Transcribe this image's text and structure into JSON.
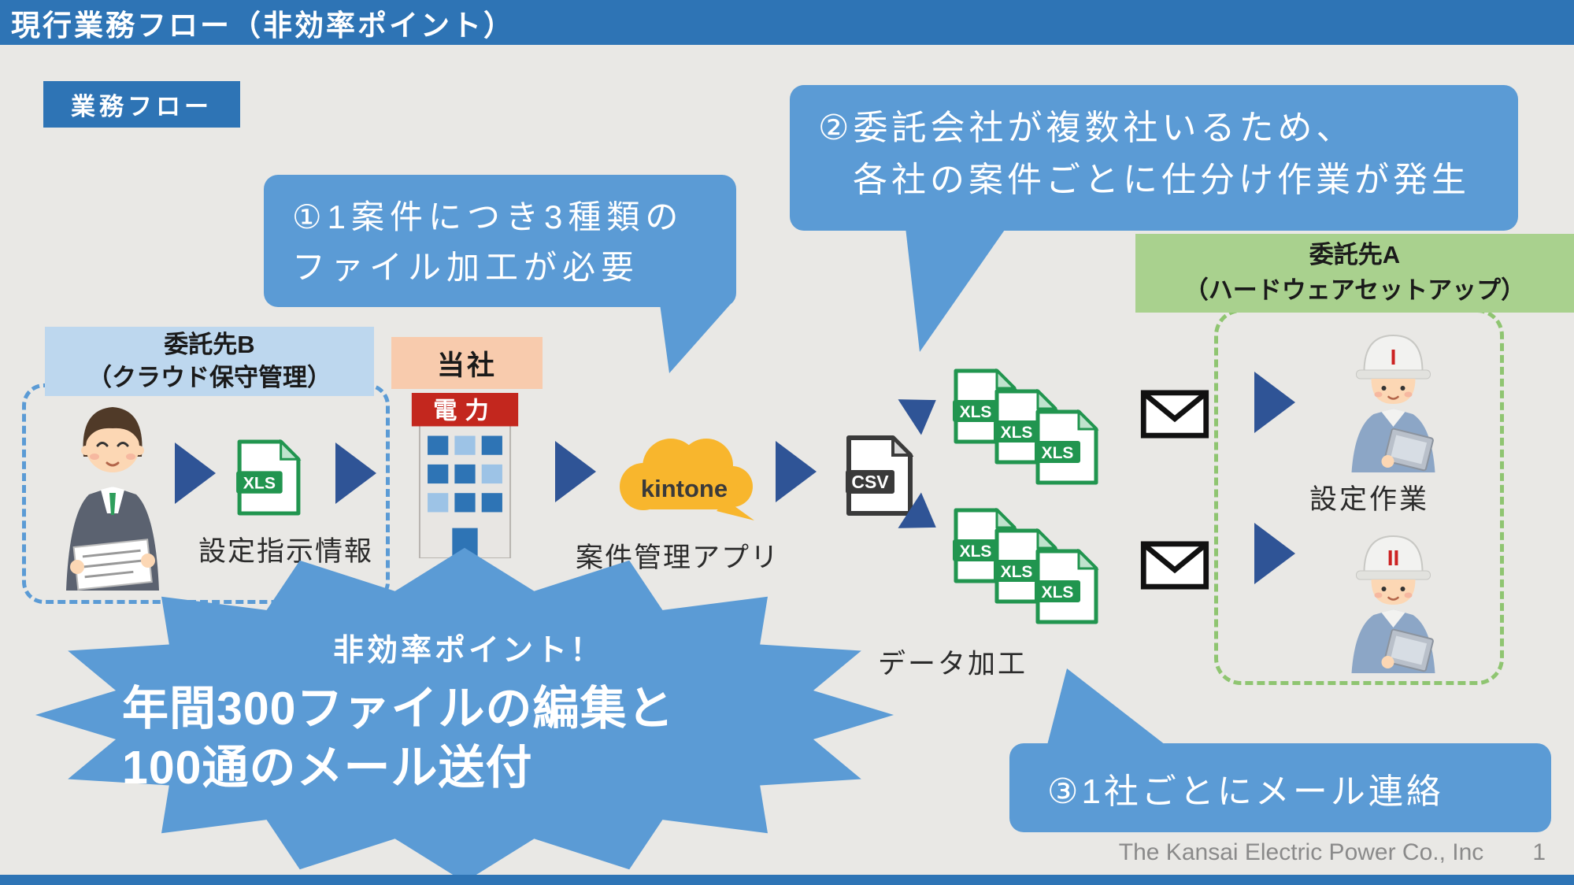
{
  "title": "現行業務フロー（非効率ポイント）",
  "badge": "業務フロー",
  "callouts": {
    "c1": {
      "line1": "①1案件につき3種類の",
      "line2": "ファイル加工が必要"
    },
    "c2": {
      "line1": "②委託会社が複数社いるため、",
      "line2": "各社の案件ごとに仕分け作業が発生"
    },
    "c3": {
      "text": "③1社ごとにメール連絡"
    }
  },
  "vendor_b": {
    "name": "委託先B",
    "subtitle": "（クラウド保守管理）"
  },
  "company": {
    "name": "当社",
    "building_sign": "電力"
  },
  "vendor_a": {
    "name": "委託先A",
    "subtitle": "（ハードウェアセットアップ）"
  },
  "flow": {
    "instruction_label": "設定指示情報",
    "xls_label": "XLS",
    "csv_label": "CSV",
    "kintone_label": "kintone",
    "kintone_caption": "案件管理アプリ",
    "data_processing": "データ加工",
    "setting_work": "設定作業",
    "worker1_mark": "I",
    "worker2_mark": "II"
  },
  "burst": {
    "heading": "非効率ポイント！",
    "line1": "年間300ファイルの編集と",
    "line2": "100通のメール送付"
  },
  "footer": {
    "company": "The Kansai Electric Power Co., Inc",
    "page": "1"
  },
  "colors": {
    "header_blue": "#2e74b5",
    "callout_blue": "#5b9bd5",
    "arrow_blue": "#2f5496",
    "vendor_b_fill": "#bdd7ee",
    "company_fill": "#f8cbad",
    "vendor_a_fill": "#a9d18e",
    "green_dash": "#8fc571",
    "excel_green": "#21954f",
    "kintone_yellow": "#f8b62d",
    "background": "#e9e8e5"
  }
}
